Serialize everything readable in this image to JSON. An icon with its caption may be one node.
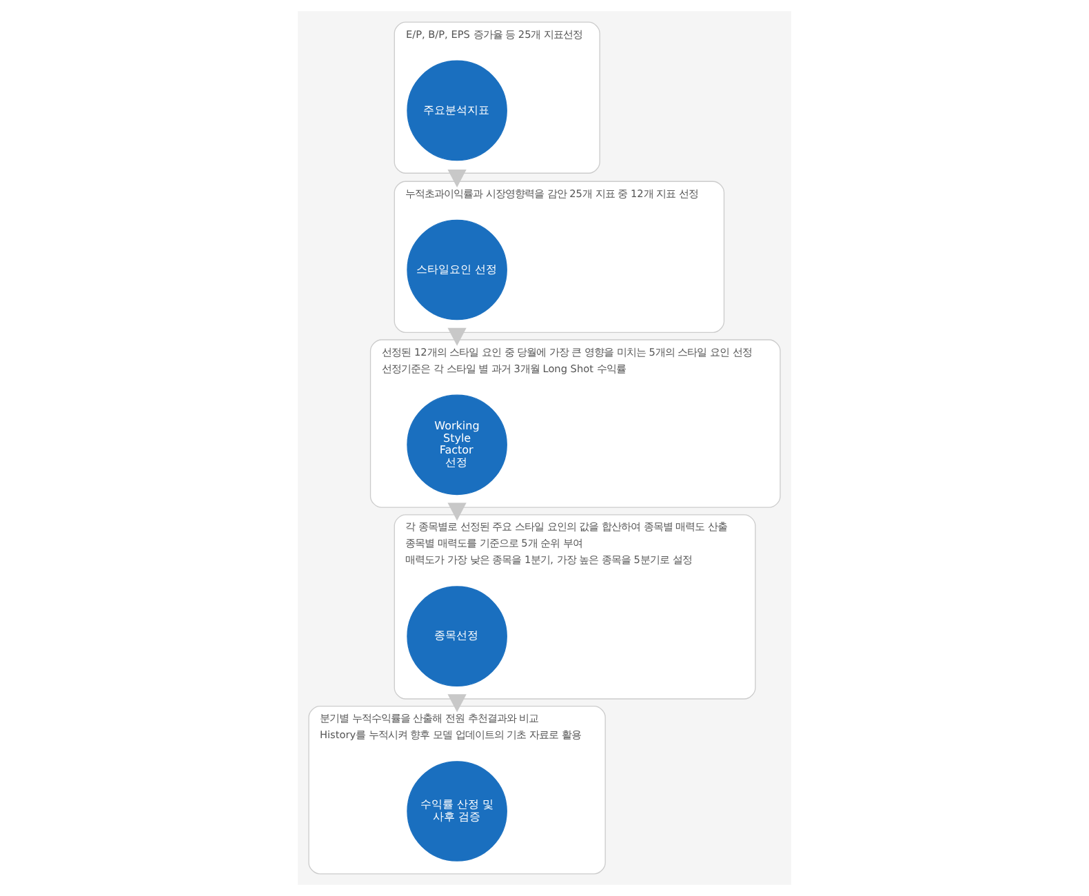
{
  "diagram": {
    "nodes": [
      {
        "text": [
          "E/P, B/P, EPS 증가율 등 25개 지표선정"
        ]
      },
      {
        "text": [
          "주요분석지표"
        ],
        "in": 0
      },
      {
        "text": [
          "누적초과이익률과 시장영향력을 감안 25개 지표 중 12개 지표 선정"
        ]
      },
      {
        "text": [
          "스타일요인 선정"
        ],
        "in": 2
      },
      {
        "text": [
          "선정된 12개의 스타일 요인 중 당월에 가장 큰 영향을 미치는 5개의 스타일 요인 선정",
          "선정기준은 각 스타일 별 과거 3개월 Long Shot 수익률"
        ]
      },
      {
        "text": [
          "Working Style Factor 선정"
        ],
        "in": 4
      },
      {
        "text": [
          "각 종목별로 선정된 주요 스타일 요인의 값을 합산하여 종목별 매력도 산출",
          "종목별 매력도를 기준으로 5개 순위 부여",
          "매력도가 가장 낮은 종목을 1분기, 가장 높은 종목을 5분기로 설정"
        ]
      },
      {
        "text": [
          "종목선정"
        ],
        "in": 6
      },
      {
        "text": [
          "분기별 누적수익률을 산출해 전원 추천결과와 비교",
          "History를 누적시켜 향후 모델 업데이트의 기초 자료로 활용"
        ]
      },
      {
        "text": [
          "수익률 산정 및 사후 검증"
        ],
        "in": 8
      }
    ],
    "edges": [
      {
        "from": 0,
        "to": 2,
        "arrow": "to"
      },
      {
        "from": 2,
        "to": 4,
        "arrow": "to"
      },
      {
        "from": 4,
        "to": 6,
        "arrow": "to"
      },
      {
        "from": 6,
        "to": 8,
        "arrow": "to"
      }
    ]
  }
}
